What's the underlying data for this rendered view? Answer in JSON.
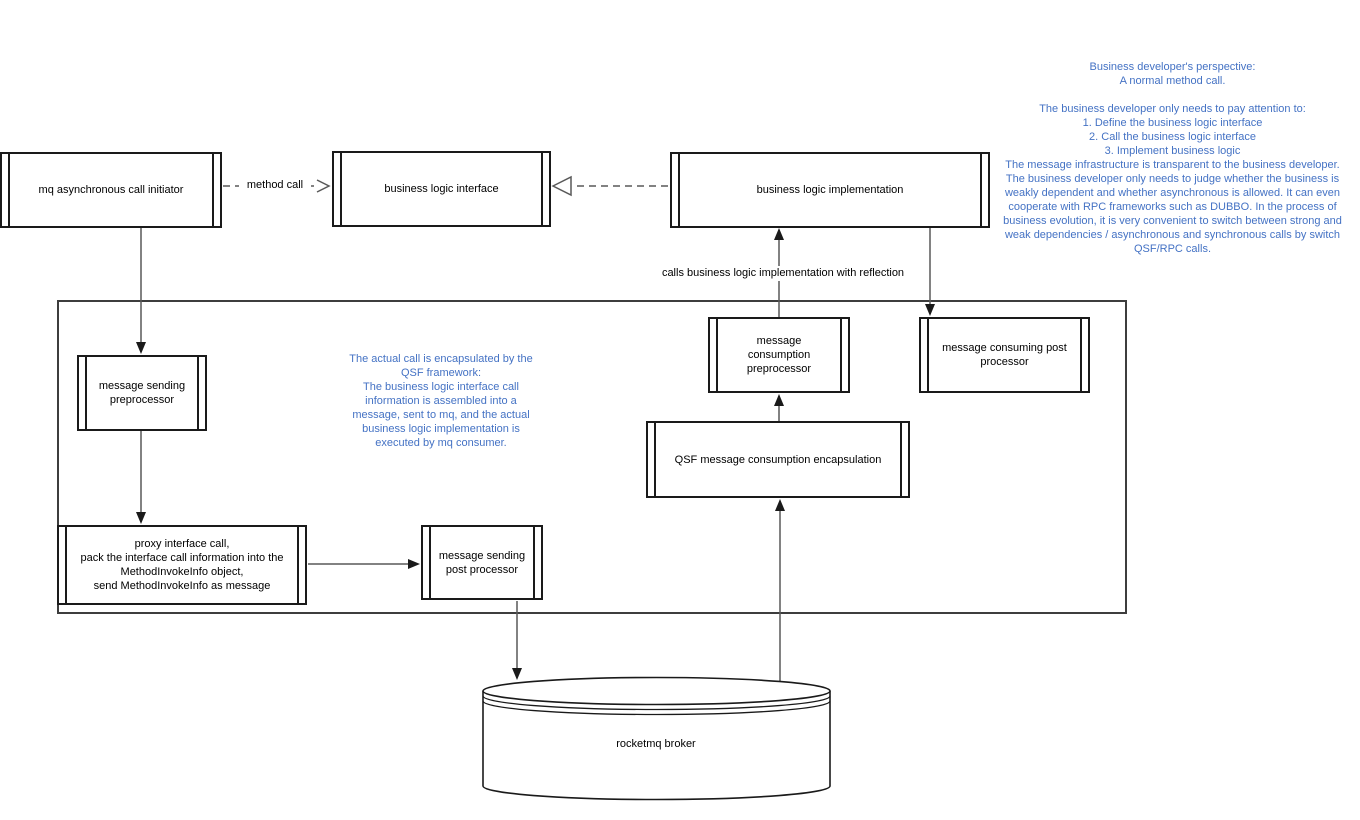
{
  "colors": {
    "note_text": "#4472C4",
    "connector_gray": "#595959",
    "box_border": "#1a1a1a",
    "background": "#ffffff"
  },
  "nodes": {
    "initiator": {
      "label": "mq asynchronous call initiator"
    },
    "logic_interface": {
      "label": "business logic interface"
    },
    "logic_implementation": {
      "label": "business logic implementation"
    },
    "sending_preprocessor": {
      "label": "message sending\npreprocessor"
    },
    "consumption_preprocessor": {
      "label": "message consumption\npreprocessor"
    },
    "consuming_postprocessor": {
      "label": "message consuming post\nprocessor"
    },
    "qsf_consumption": {
      "label": "QSF message consumption encapsulation"
    },
    "proxy_call": {
      "label": "proxy interface call,\npack the interface call information into the\nMethodInvokeInfo object,\nsend MethodInvokeInfo as message"
    },
    "sending_postprocessor": {
      "label": "message sending\npost processor"
    },
    "broker": {
      "label": "rocketmq broker"
    }
  },
  "edge_labels": {
    "method_call": "method call",
    "reflection": "calls business logic implementation with reflection"
  },
  "notes": {
    "developer_perspective": "Business developer's perspective:\nA normal method call.\n\nThe business developer only needs to pay attention to:\n1. Define the business logic interface\n2. Call the business logic interface\n3. Implement business logic\nThe message infrastructure is transparent to the business developer. The business developer only needs to judge whether the business is weakly dependent and whether asynchronous is allowed. It can even cooperate with RPC frameworks such as DUBBO. In the process of business evolution, it is very convenient to switch between strong and weak dependencies / asynchronous and synchronous calls by switch QSF/RPC calls.",
    "qsf_encapsulation": "The actual call is encapsulated by the QSF framework:\nThe business logic interface call information is assembled into a message, sent to mq, and the actual business logic implementation is executed by mq consumer."
  }
}
